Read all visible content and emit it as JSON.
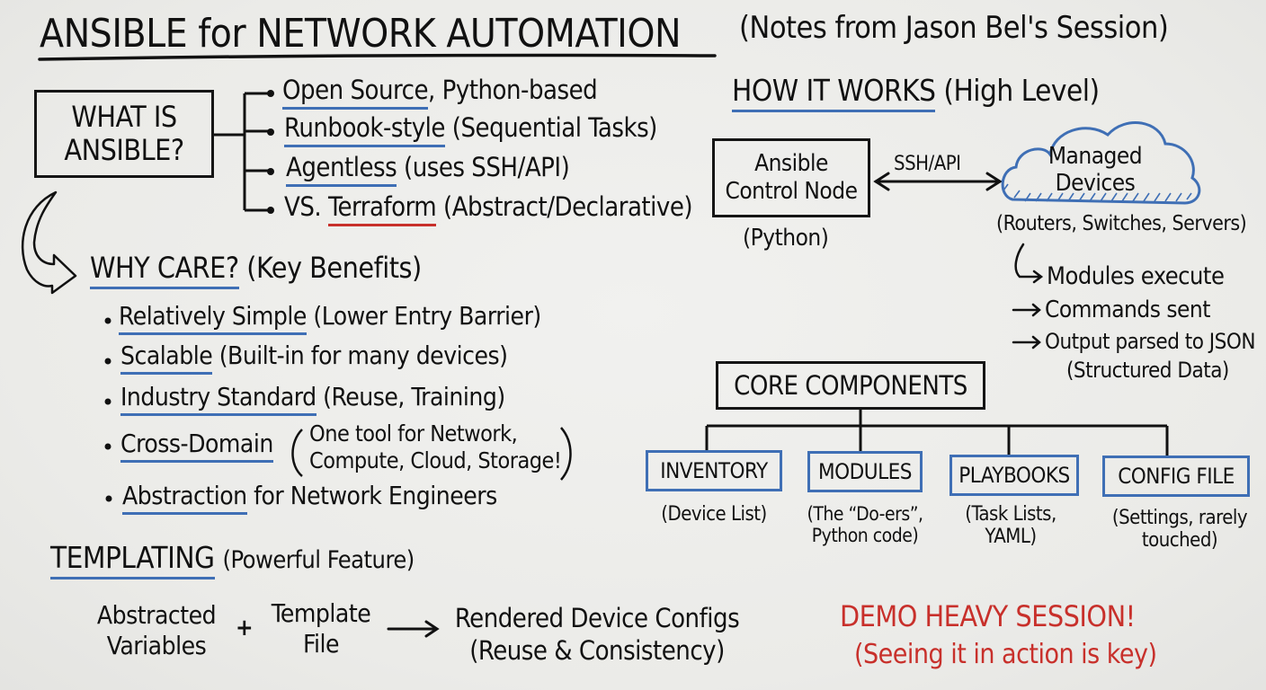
{
  "title": {
    "main": "ANSIBLE for NETWORK AUTOMATION",
    "subtitle": "(Notes from Jason Bel's Session)"
  },
  "what_is": {
    "box_line1": "WHAT IS",
    "box_line2": "ANSIBLE?",
    "items": [
      {
        "key": "Open Source",
        "rest": ", Python-based"
      },
      {
        "key": "Runbook-style",
        "rest": " (Sequential Tasks)"
      },
      {
        "key": "Agentless",
        "rest": " (uses SSH/API)"
      },
      {
        "prefix": "VS. ",
        "key": "Terraform",
        "rest": " (Abstract/Declarative)"
      }
    ]
  },
  "why_care": {
    "heading": "WHY CARE?",
    "heading_note": "(Key Benefits)",
    "items": [
      {
        "key": "Relatively Simple",
        "rest": " (Lower Entry Barrier)"
      },
      {
        "key": "Scalable",
        "rest": " (Built-in for many devices)"
      },
      {
        "key": "Industry Standard",
        "rest": " (Reuse, Training)"
      },
      {
        "key": "Cross-Domain",
        "rest_line1": "One tool for Network,",
        "rest_line2": "Compute, Cloud, Storage!"
      },
      {
        "key": "Abstraction",
        "rest": " for Network Engineers"
      }
    ]
  },
  "how_it_works": {
    "heading": "HOW IT WORKS",
    "heading_note": "(High Level)",
    "control_node_line1": "Ansible",
    "control_node_line2": "Control Node",
    "control_node_note": "(Python)",
    "link_label": "SSH/API",
    "cloud_line1": "Managed",
    "cloud_line2": "Devices",
    "cloud_note": "(Routers, Switches, Servers)",
    "steps": [
      "Modules execute",
      "Commands sent",
      "Output parsed to JSON"
    ],
    "steps_note": "(Structured Data)"
  },
  "core_components": {
    "heading": "CORE COMPONENTS",
    "items": [
      {
        "name": "INVENTORY",
        "note_line1": "(Device List)",
        "note_line2": ""
      },
      {
        "name": "MODULES",
        "note_line1": "(The “Do-ers”,",
        "note_line2": "Python code)"
      },
      {
        "name": "PLAYBOOKS",
        "note_line1": "(Task Lists,",
        "note_line2": "YAML)"
      },
      {
        "name": "CONFIG FILE",
        "note_line1": "(Settings, rarely",
        "note_line2": "touched)"
      }
    ]
  },
  "templating": {
    "heading": "TEMPLATING",
    "heading_note": "(Powerful Feature)",
    "input1_line1": "Abstracted",
    "input1_line2": "Variables",
    "plus": "+",
    "input2_line1": "Template",
    "input2_line2": "File",
    "output_line1": "Rendered Device Configs",
    "output_line2": "(Reuse & Consistency)"
  },
  "callout": {
    "line1": "DEMO HEAVY SESSION!",
    "line2": "(Seeing it in action is key)"
  },
  "colors": {
    "ink": "#111111",
    "blue": "#3f6fb5",
    "red": "#c8302b",
    "board": "#ececea"
  },
  "icons": [
    "curved-arrow-icon",
    "cloud-icon",
    "bullet-dot-icon",
    "right-arrow-icon",
    "double-arrow-icon",
    "hook-arrow-icon"
  ]
}
